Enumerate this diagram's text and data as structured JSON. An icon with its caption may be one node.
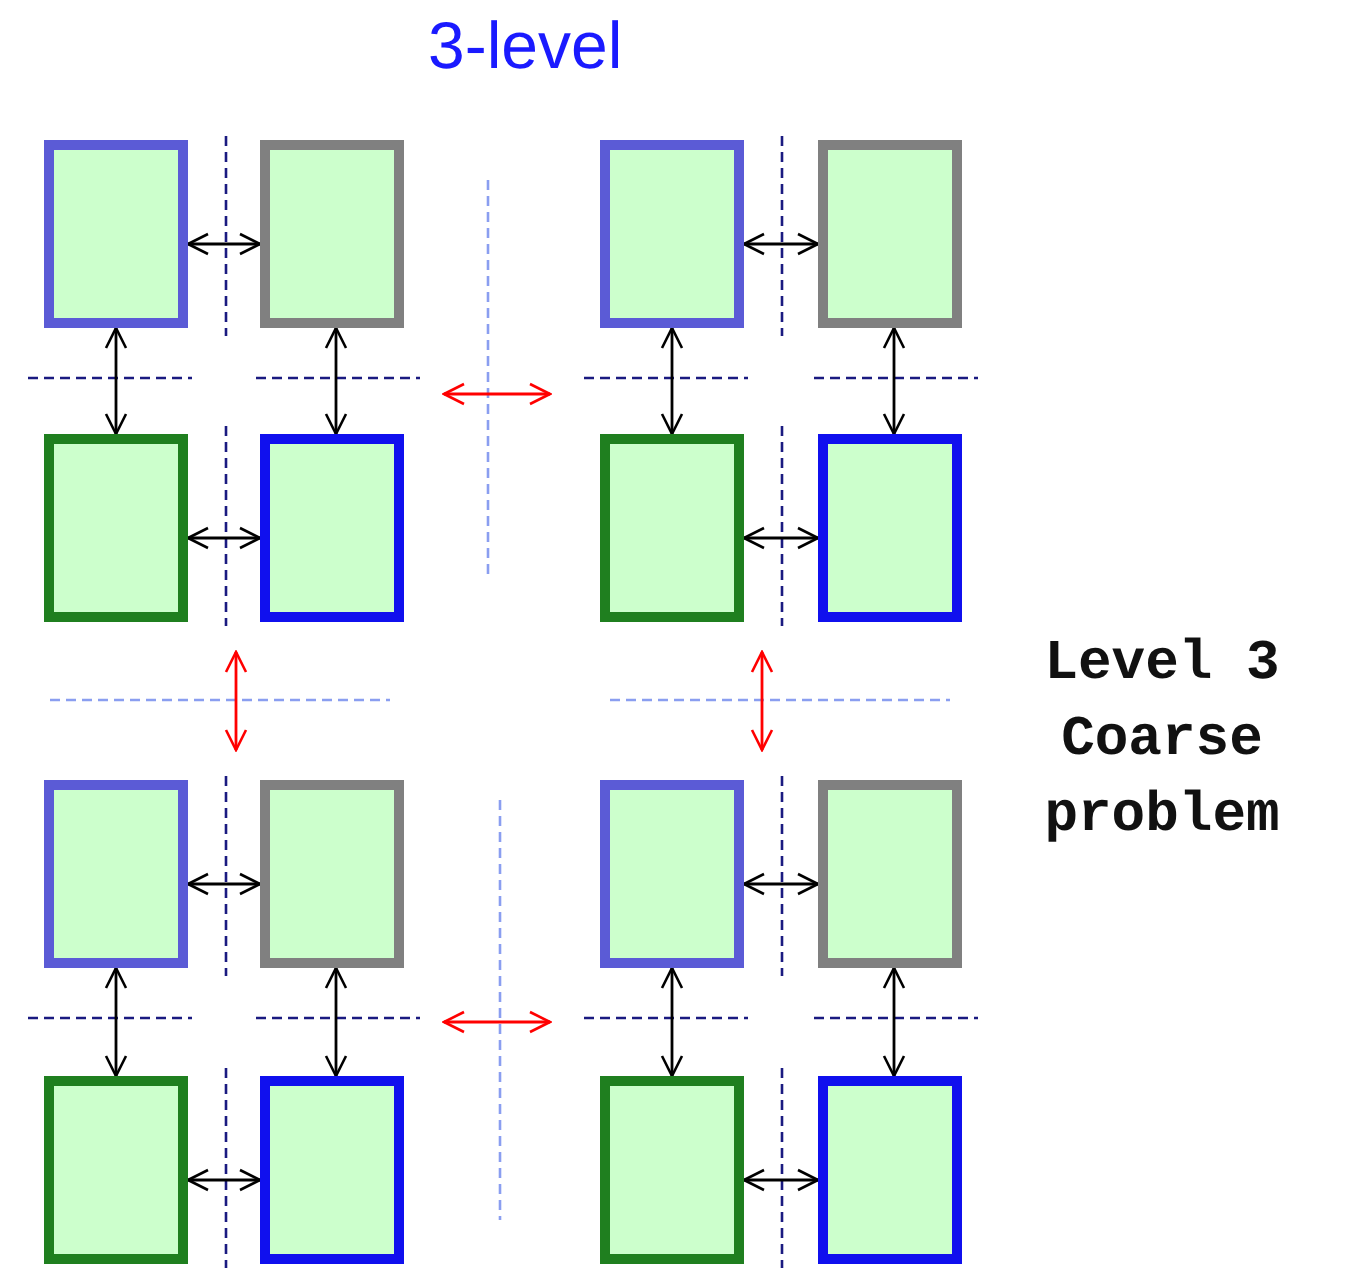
{
  "diagram": {
    "title": "3-level",
    "nodes": [
      {
        "text": [],
        "shape": "box"
      },
      {
        "text": [],
        "shape": "box"
      },
      {
        "text": [],
        "shape": "box"
      },
      {
        "text": [],
        "shape": "box"
      },
      {
        "text": [],
        "shape": "box"
      },
      {
        "text": [],
        "shape": "box"
      },
      {
        "text": [],
        "shape": "box"
      },
      {
        "text": [],
        "shape": "box"
      },
      {
        "text": [],
        "shape": "box"
      },
      {
        "text": [],
        "shape": "box"
      },
      {
        "text": [],
        "shape": "box"
      },
      {
        "text": [],
        "shape": "box"
      },
      {
        "text": [],
        "shape": "box"
      },
      {
        "text": [],
        "shape": "box"
      },
      {
        "text": [],
        "shape": "box"
      },
      {
        "text": [],
        "shape": "box"
      }
    ],
    "edges": [
      {
        "from": 0,
        "to": 1,
        "arrow": "both"
      },
      {
        "from": 0,
        "to": 4,
        "arrow": "both"
      },
      {
        "from": 1,
        "to": 5,
        "arrow": "both"
      },
      {
        "from": 4,
        "to": 5,
        "arrow": "both"
      },
      {
        "from": 2,
        "to": 3,
        "arrow": "both"
      },
      {
        "from": 2,
        "to": 6,
        "arrow": "both"
      },
      {
        "from": 3,
        "to": 7,
        "arrow": "both"
      },
      {
        "from": 6,
        "to": 7,
        "arrow": "both"
      },
      {
        "from": 8,
        "to": 9,
        "arrow": "both"
      },
      {
        "from": 8,
        "to": 12,
        "arrow": "both"
      },
      {
        "from": 9,
        "to": 13,
        "arrow": "both"
      },
      {
        "from": 12,
        "to": 13,
        "arrow": "both"
      },
      {
        "from": 10,
        "to": 11,
        "arrow": "both"
      },
      {
        "from": 10,
        "to": 14,
        "arrow": "both"
      },
      {
        "from": 11,
        "to": 15,
        "arrow": "both"
      },
      {
        "from": 14,
        "to": 15,
        "arrow": "both"
      },
      {
        "from": 5,
        "to": 9,
        "arrow": "both",
        "color": "#ff0000"
      },
      {
        "from": 6,
        "to": 10,
        "arrow": "both",
        "color": "#ff0000"
      }
    ],
    "labels": [
      "Level 3 Coarse problem"
    ]
  }
}
